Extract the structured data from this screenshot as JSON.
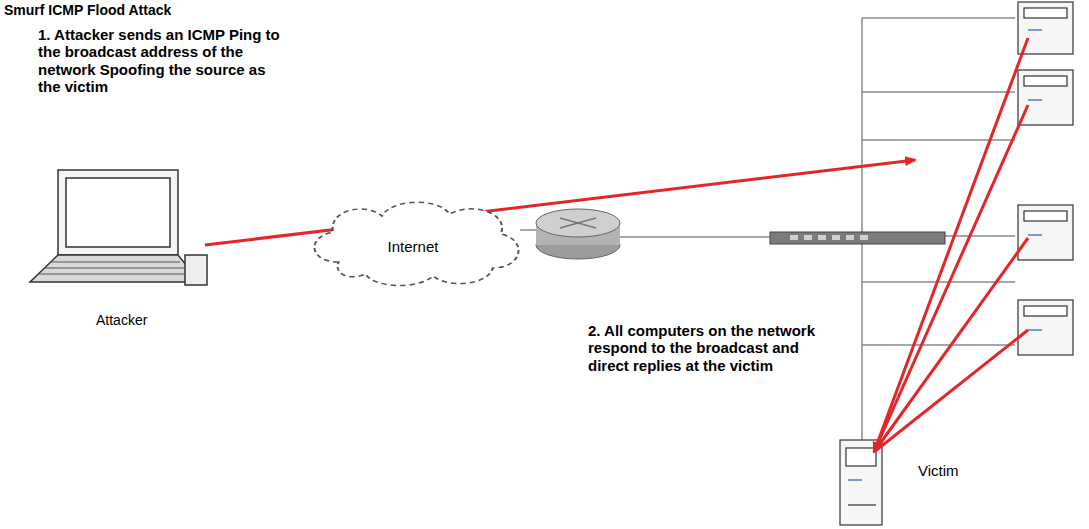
{
  "diagram": {
    "title": "Smurf ICMP Flood Attack",
    "nodes": [
      {
        "text": [
          "Internet"
        ]
      }
    ],
    "labels": [
      "1. Attacker sends an ICMP Ping to the broadcast address of the network Spoofing the source as the victim",
      "Attacker",
      "2. All computers on the network respond to the broadcast and direct replies at the victim",
      "Victim"
    ]
  }
}
